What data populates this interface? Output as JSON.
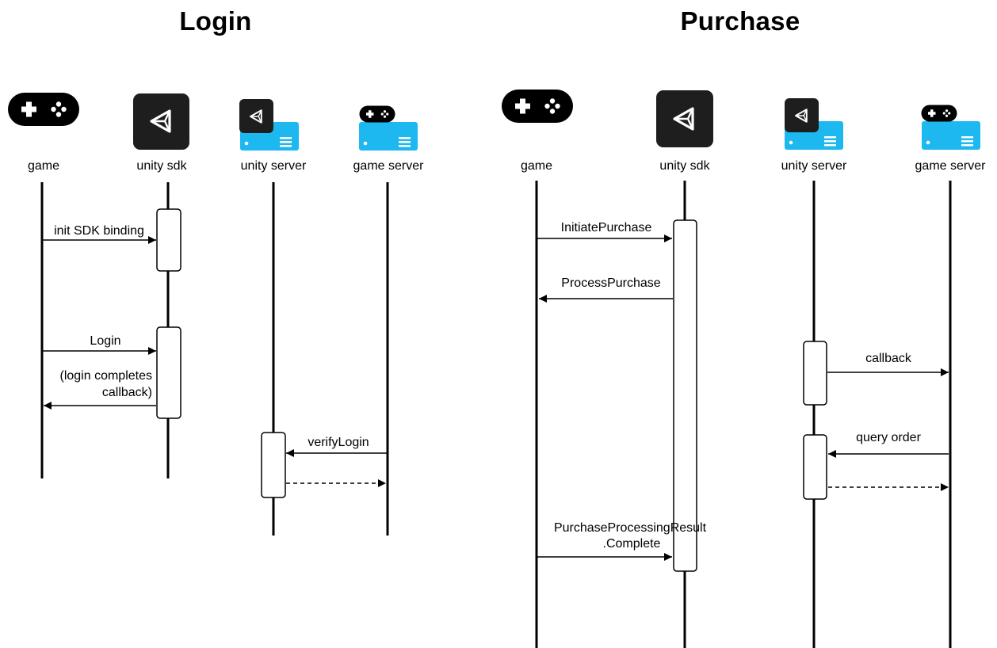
{
  "colors": {
    "server_blue": "#1cb8ef",
    "dark": "#1e1e1e",
    "line": "#000000",
    "background": "#ffffff"
  },
  "icons": {
    "game": "gamepad-icon",
    "unity_sdk": "unity-logo-icon",
    "unity_server": "unity-server-icon",
    "game_server": "game-server-icon"
  },
  "login": {
    "title": "Login",
    "lanes": {
      "game": "game",
      "unity_sdk": "unity sdk",
      "unity_server": "unity server",
      "game_server": "game server"
    },
    "messages": {
      "init_sdk": "init SDK binding",
      "login": "Login",
      "login_completes_1": "(login completes",
      "login_completes_2": "callback)",
      "verify_login": "verifyLogin"
    }
  },
  "purchase": {
    "title": "Purchase",
    "lanes": {
      "game": "game",
      "unity_sdk": "unity sdk",
      "unity_server": "unity server",
      "game_server": "game server"
    },
    "messages": {
      "initiate": "InitiatePurchase",
      "process": "ProcessPurchase",
      "callback": "callback",
      "query_order": "query order",
      "result_1": "PurchaseProcessingResult",
      "result_2": ".Complete"
    }
  }
}
